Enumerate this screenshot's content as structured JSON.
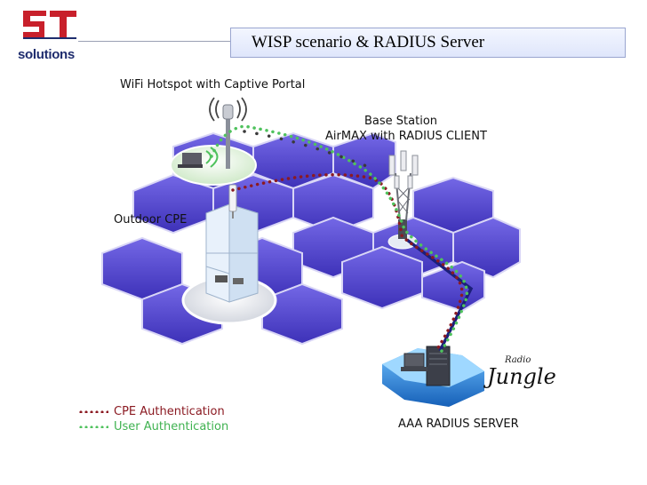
{
  "logo": {
    "text": "solutions",
    "mark_color": "#c8202b",
    "text_color": "#1f2d6e"
  },
  "slide": {
    "title": "WISP scenario & RADIUS Server"
  },
  "labels": {
    "hotspot": "WiFi Hotspot with Captive Portal",
    "base_station_line1": "Base Station",
    "base_station_line2": "AirMAX with RADIUS CLIENT",
    "outdoor_cpe": "Outdoor CPE",
    "aaa_server": "AAA RADIUS SERVER",
    "radio_jungle_small": "Radio",
    "radio_jungle_big": "Jungle"
  },
  "legend": {
    "items": [
      {
        "label": "CPE Authentication",
        "color": "#8b1a22"
      },
      {
        "label": "User Authentication",
        "color": "#4fc25d"
      }
    ]
  },
  "colors": {
    "hex_fill": "#5b4fd6",
    "hex_edge": "#c9c6f3",
    "wired_link": "#1b1f7a",
    "server_base": "#2d8fe0"
  }
}
